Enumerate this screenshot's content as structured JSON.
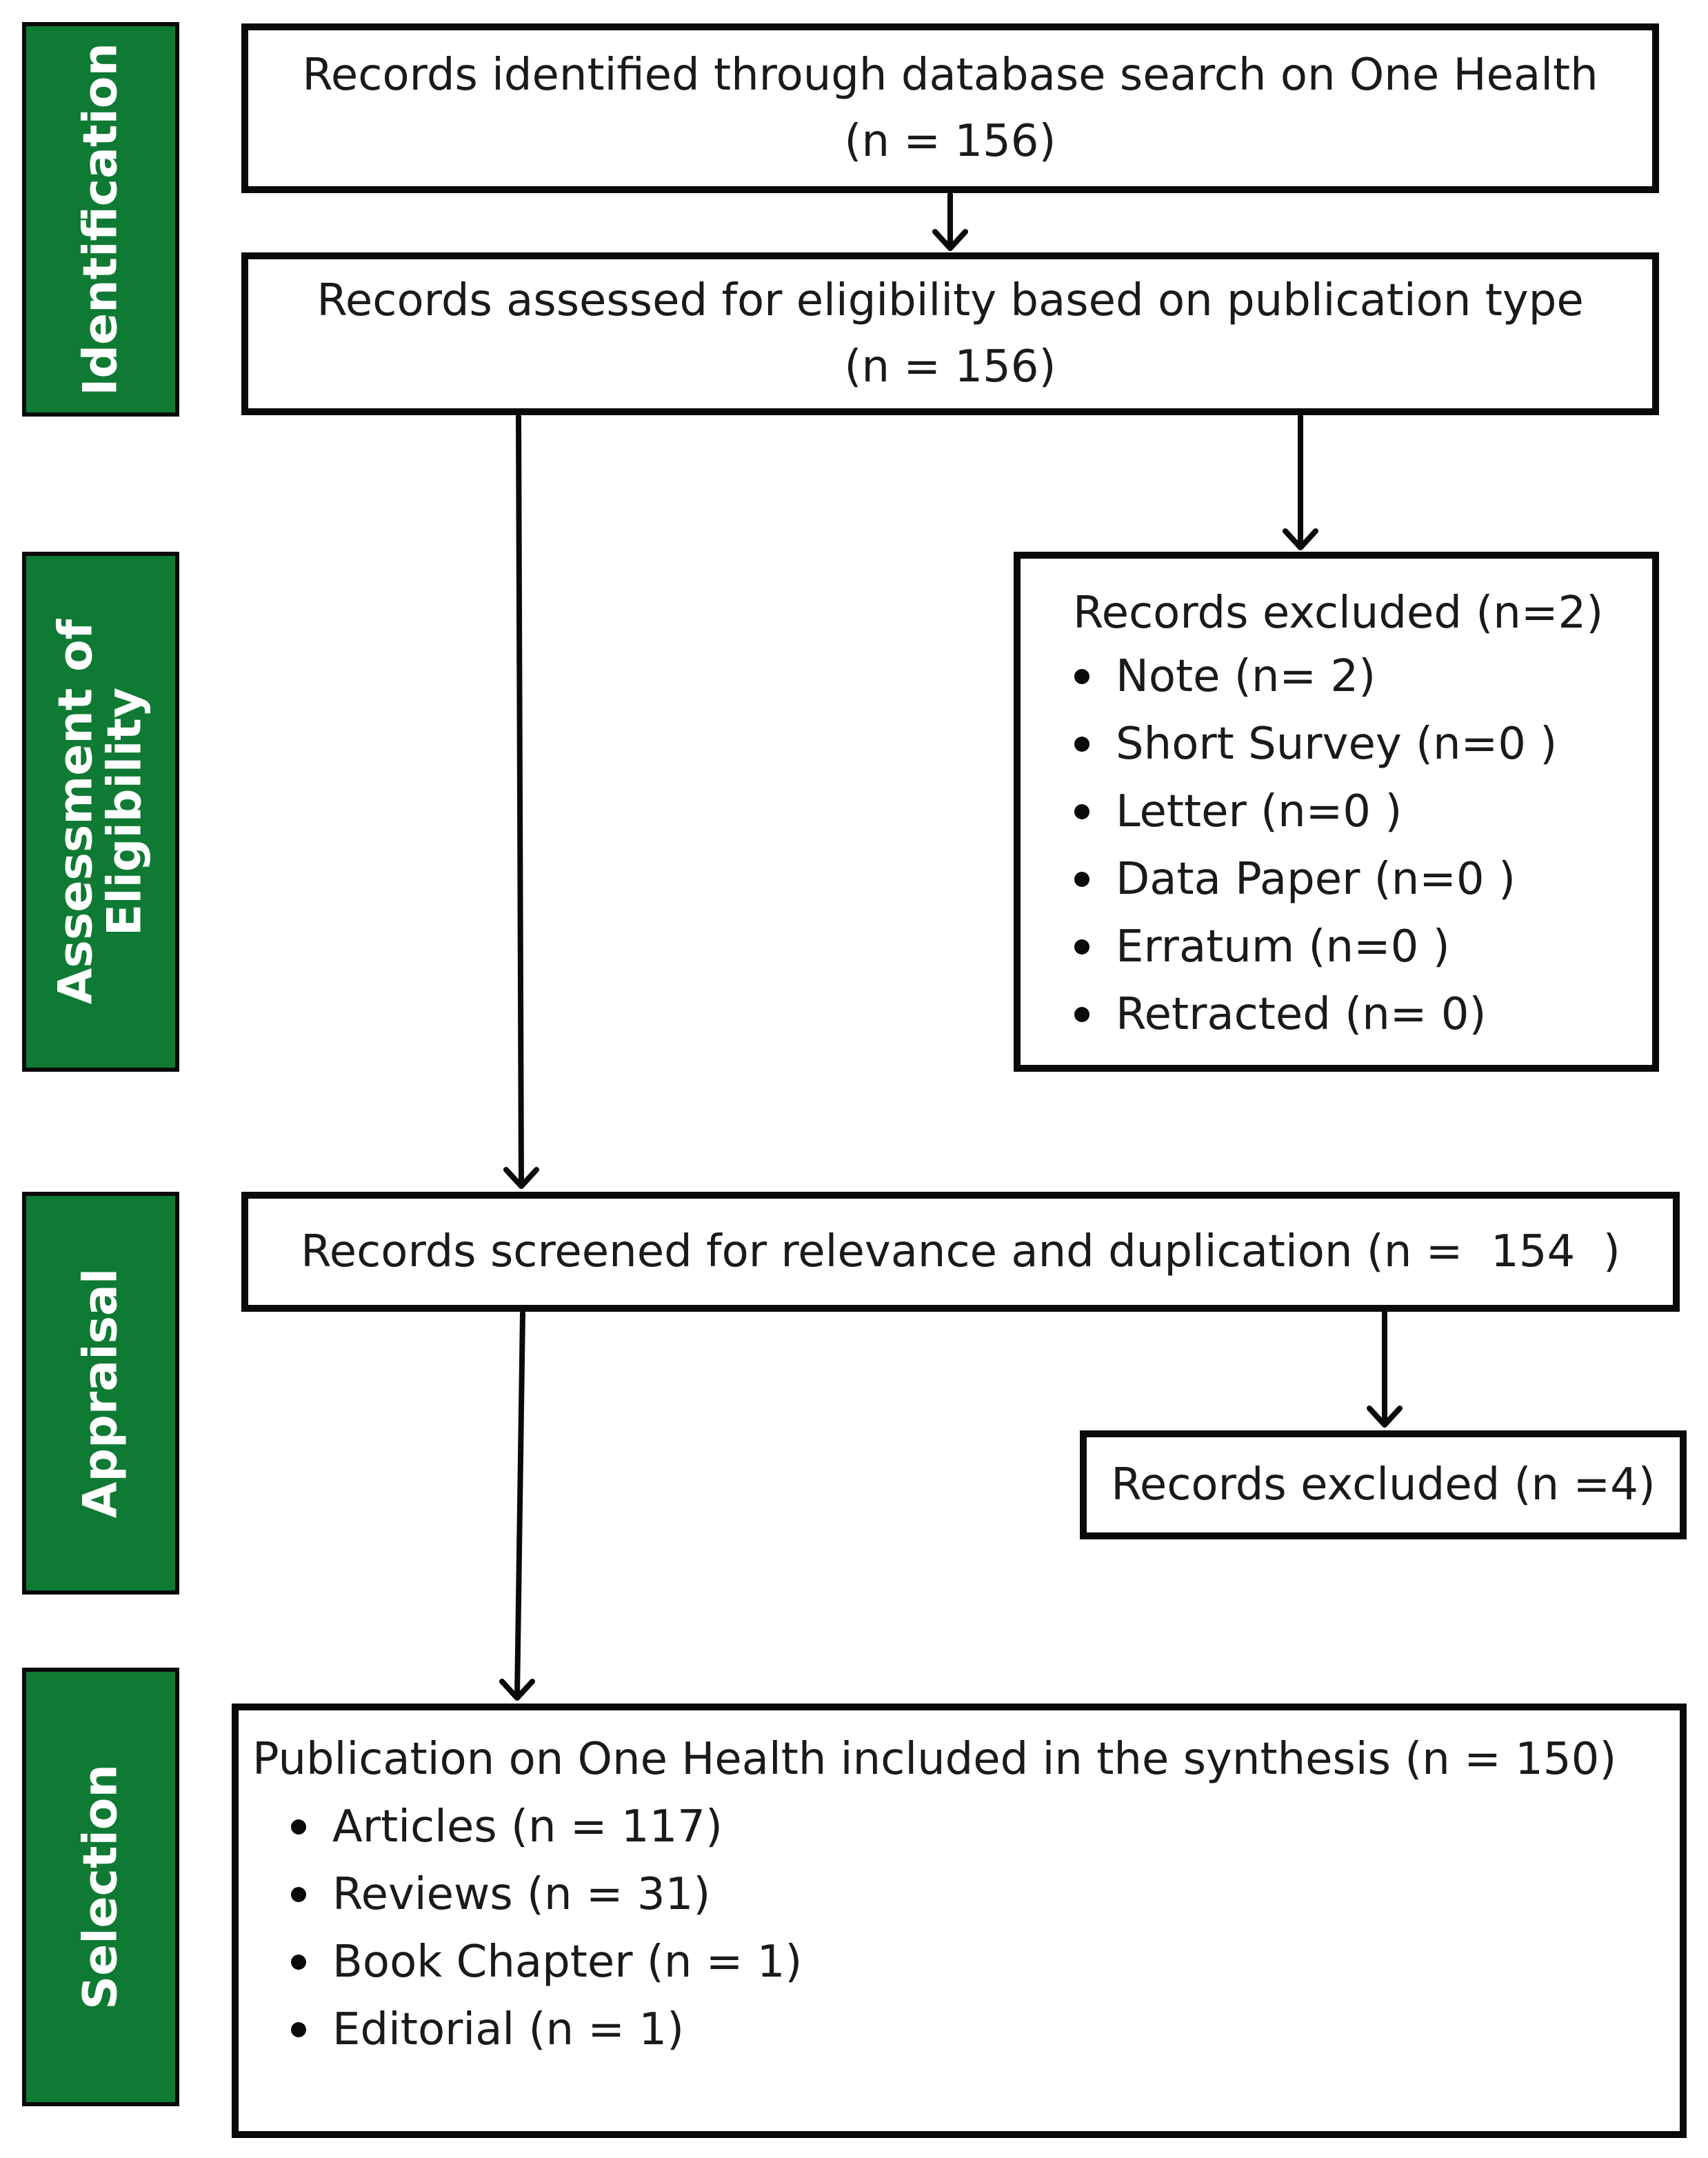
{
  "stages": [
    {
      "id": "identification",
      "label_lines": [
        "Identification"
      ]
    },
    {
      "id": "eligibility",
      "label_lines": [
        "Assessment of",
        "Eligibility"
      ]
    },
    {
      "id": "appraisal",
      "label_lines": [
        "Appraisal"
      ]
    },
    {
      "id": "selection",
      "label_lines": [
        "Selection"
      ]
    }
  ],
  "boxes": {
    "identified": {
      "line1": "Records identified through database search on One Health",
      "line2": "(n = 156)"
    },
    "assessed": {
      "line1": "Records assessed for eligibility based on publication type",
      "line2": "(n = 156)"
    },
    "excluded1": {
      "title": "Records excluded (n=2)",
      "items": [
        "Note (n= 2)",
        "Short Survey (n=0 )",
        "Letter (n=0 )",
        "Data Paper (n=0 )",
        "Erratum (n=0 )",
        "Retracted (n= 0)"
      ]
    },
    "screened": {
      "text": "Records screened for relevance and duplication (n =  154  )"
    },
    "excluded2": {
      "text": "Records excluded (n =4)"
    },
    "included": {
      "title": "Publication on One Health included in the synthesis (n = 150)",
      "items": [
        "Articles (n = 117)",
        "Reviews (n = 31)",
        "Book Chapter (n = 1)",
        "Editorial (n = 1)"
      ]
    }
  },
  "colors": {
    "stage_fill": "#0f7a33",
    "stage_text": "#ffffff",
    "border": "#0a0a0a"
  }
}
